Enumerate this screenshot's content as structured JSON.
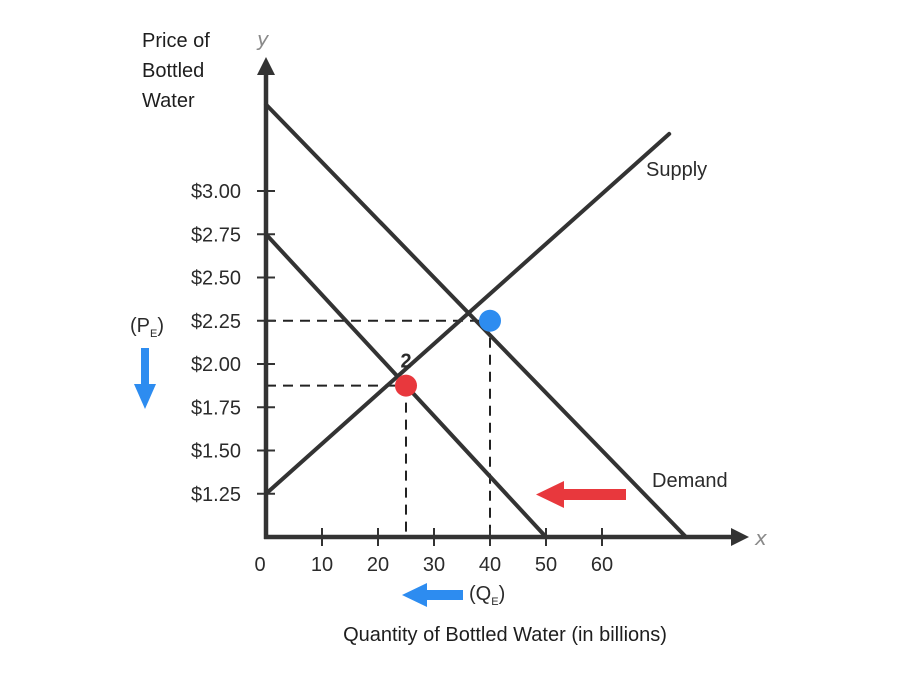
{
  "chart_data": {
    "type": "line",
    "ylabel_lines": [
      "Price of",
      "Bottled",
      "Water"
    ],
    "xlabel": "Quantity of Bottled Water (in billions)",
    "x_axis_letter": "x",
    "y_axis_letter": "y",
    "xlim": [
      0,
      75
    ],
    "ylim": [
      1.0,
      3.6
    ],
    "x_ticks": [
      {
        "value": 0,
        "label": "0"
      },
      {
        "value": 10,
        "label": "10"
      },
      {
        "value": 20,
        "label": "20"
      },
      {
        "value": 30,
        "label": "30"
      },
      {
        "value": 40,
        "label": "40"
      },
      {
        "value": 50,
        "label": "50"
      },
      {
        "value": 60,
        "label": "60"
      }
    ],
    "y_ticks": [
      {
        "value": 3.0,
        "label": "$3.00"
      },
      {
        "value": 2.75,
        "label": "$2.75"
      },
      {
        "value": 2.5,
        "label": "$2.50"
      },
      {
        "value": 2.25,
        "label": "$2.25"
      },
      {
        "value": 2.0,
        "label": "$2.00"
      },
      {
        "value": 1.75,
        "label": "$1.75"
      },
      {
        "value": 1.5,
        "label": "$1.50"
      },
      {
        "value": 1.25,
        "label": "$1.25"
      }
    ],
    "series": [
      {
        "name": "Supply",
        "x": [
          0,
          72
        ],
        "y": [
          1.25,
          3.33
        ],
        "color": "#333333"
      },
      {
        "name": "Demand",
        "x": [
          0,
          75
        ],
        "y": [
          3.5,
          1.0
        ],
        "color": "#333333"
      },
      {
        "name": "",
        "x": [
          0,
          50
        ],
        "y": [
          2.75,
          1.0
        ],
        "color": "#333333"
      }
    ],
    "points": [
      {
        "x": 40,
        "y": 2.25,
        "color": "#2d8cf0",
        "label": ""
      },
      {
        "x": 25,
        "y": 1.875,
        "color": "#e8383d",
        "label": "2"
      }
    ],
    "pe_label": {
      "main": "(P",
      "sub": "E",
      "close": ")"
    },
    "qe_label": {
      "main": "(Q",
      "sub": "E",
      "close": ")"
    },
    "colors": {
      "axis": "#333333",
      "blue": "#2d8cf0",
      "red": "#e8383d",
      "line": "#333333",
      "dash": "#222222"
    }
  }
}
